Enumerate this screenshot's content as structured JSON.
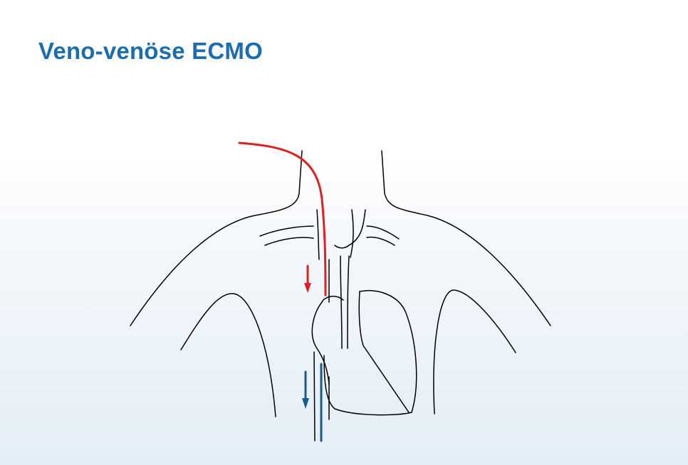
{
  "slide": {
    "title": "Veno-venöse ECMO"
  },
  "colors": {
    "title": "#1a6eaf",
    "anatomy_outline": "#000000",
    "return_cannula_oxygenated": "#e02020",
    "drainage_cannula_venous": "#1a5a8c"
  },
  "diagram": {
    "elements": [
      "torso-outline",
      "neck-outline",
      "arm-outline",
      "heart-outline",
      "great-vessels",
      "return-cannula",
      "return-flow-arrow",
      "drainage-cannula",
      "drainage-flow-arrow"
    ]
  }
}
